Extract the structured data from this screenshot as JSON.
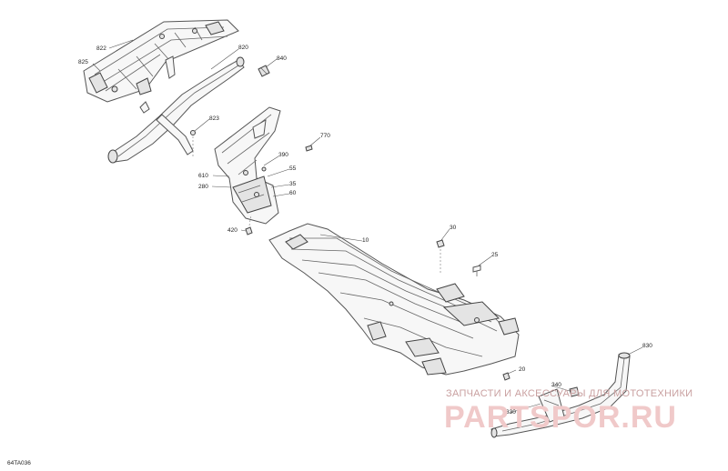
{
  "diagram": {
    "code": "64TA036",
    "callouts": [
      {
        "id": "822",
        "text": "822"
      },
      {
        "id": "825",
        "text": "825"
      },
      {
        "id": "820",
        "text": "820"
      },
      {
        "id": "840",
        "text": "840"
      },
      {
        "id": "823",
        "text": "823"
      },
      {
        "id": "770",
        "text": "770"
      },
      {
        "id": "390",
        "text": "390"
      },
      {
        "id": "610",
        "text": "610"
      },
      {
        "id": "55",
        "text": "55"
      },
      {
        "id": "280",
        "text": "280"
      },
      {
        "id": "35",
        "text": "35"
      },
      {
        "id": "60",
        "text": "60"
      },
      {
        "id": "420",
        "text": "420"
      },
      {
        "id": "10",
        "text": "10"
      },
      {
        "id": "30",
        "text": "30"
      },
      {
        "id": "25",
        "text": "25"
      },
      {
        "id": "830",
        "text": "830"
      },
      {
        "id": "20",
        "text": "20"
      },
      {
        "id": "340",
        "text": "340"
      },
      {
        "id": "330",
        "text": "330"
      }
    ]
  },
  "watermark": {
    "tagline": "ЗАПЧАСТИ И АКСЕССУАРЫ ДЛЯ МОТОТЕХНИКИ",
    "brand": "PARTSPOR.RU"
  }
}
